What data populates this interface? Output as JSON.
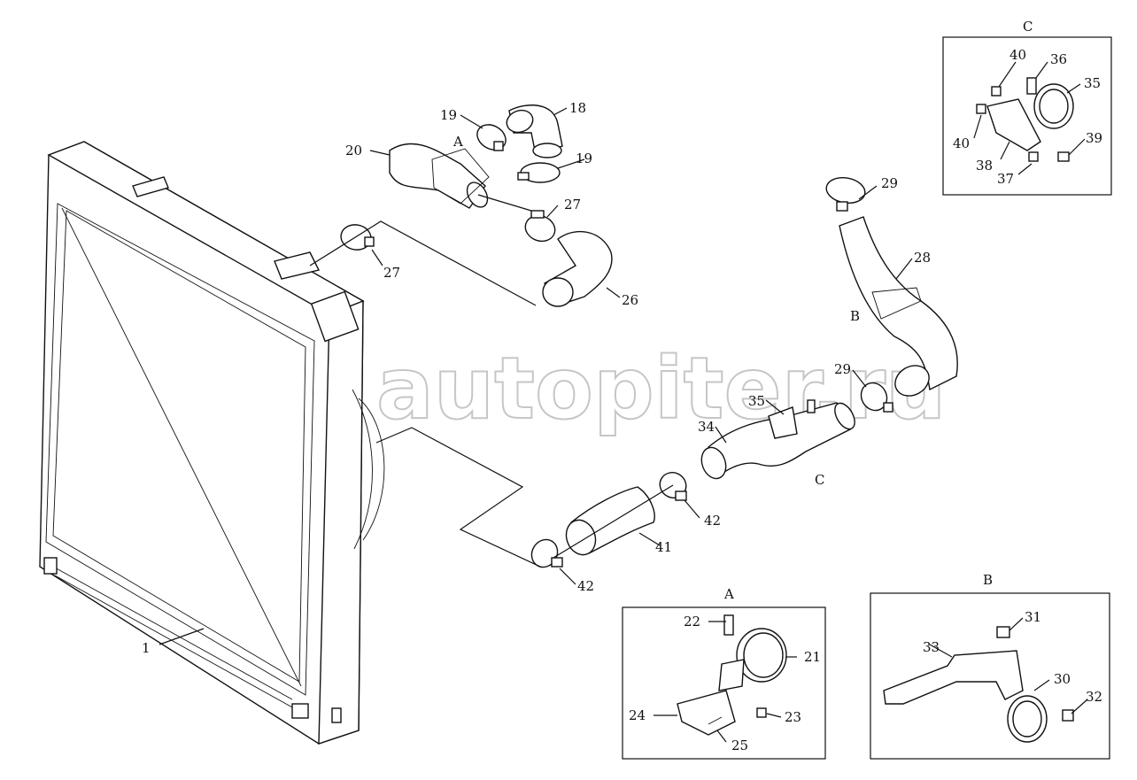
{
  "watermark": "autopiter.ru",
  "watermark_logo": "a",
  "inset_titles": {
    "a": "A",
    "b": "B",
    "c": "C"
  },
  "labels": {
    "p1": "1",
    "p18": "18",
    "p19a": "19",
    "p19b": "19",
    "p20": "20",
    "p21": "21",
    "p22": "22",
    "p23": "23",
    "p24": "24",
    "p25": "25",
    "p26": "26",
    "p27a": "27",
    "p27b": "27",
    "p28": "28",
    "p29a": "29",
    "p29b": "29",
    "p30": "30",
    "p31": "31",
    "p32": "32",
    "p33": "33",
    "p34": "34",
    "p35a": "35",
    "p35b": "35",
    "p36": "36",
    "p37": "37",
    "p38": "38",
    "p39": "39",
    "p40a": "40",
    "p40b": "40",
    "p41": "41",
    "p42a": "42",
    "p42b": "42",
    "viewA": "A",
    "viewB": "B",
    "viewC": "C"
  }
}
